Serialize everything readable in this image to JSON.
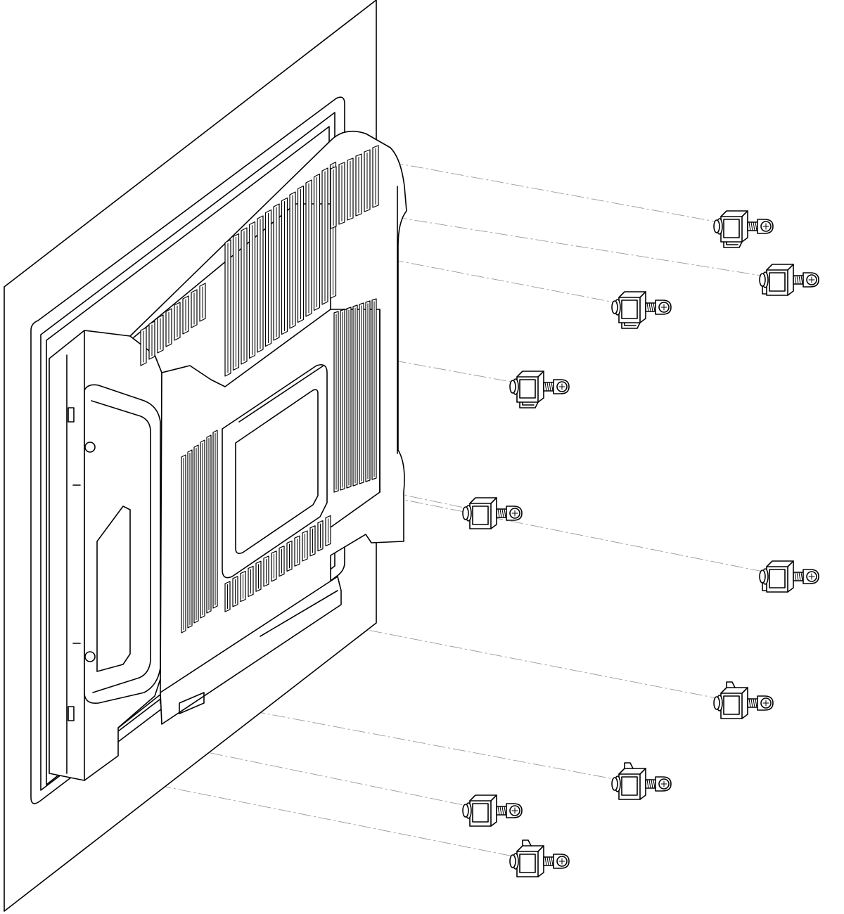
{
  "diagram": {
    "kind": "panel-mount-installation-exploded-view",
    "components": {
      "mounting_panel": "wall-panel",
      "device": "panel-pc-rear-with-heatsink",
      "clamps": 10
    },
    "colors": {
      "line": "#000000",
      "leader": "#9a9a9a",
      "background": "#ffffff"
    }
  }
}
